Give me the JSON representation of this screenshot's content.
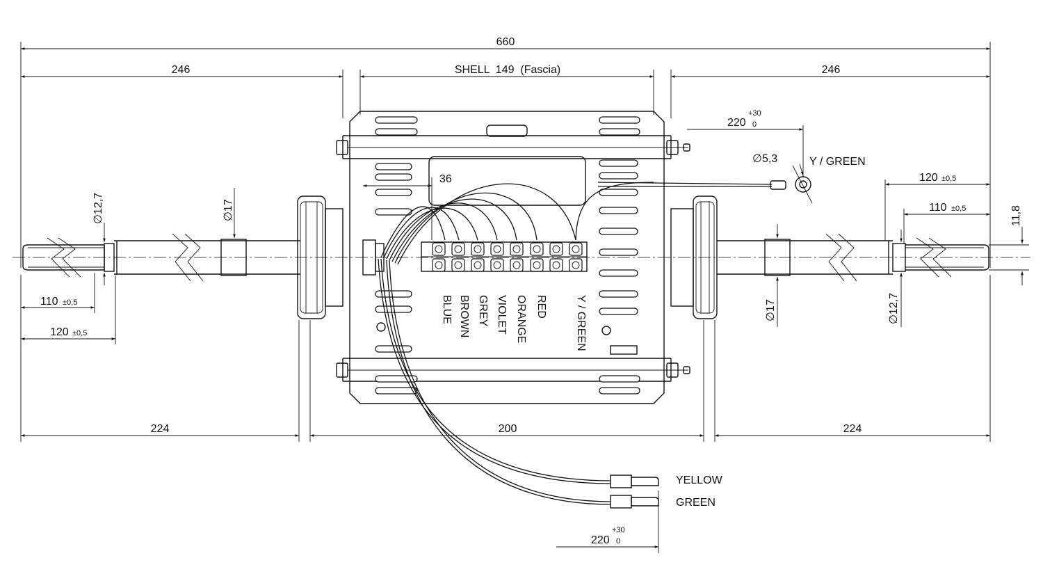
{
  "dimensions": {
    "overall": "660",
    "left_shaft": "246",
    "shell": "SHELL  149  (Fascia)",
    "right_shaft": "246",
    "left_bottom": "224",
    "middle_bottom": "200",
    "right_bottom": "224",
    "terminal_offset": "36",
    "lead_length": "220",
    "lead_tol_upper": "+30",
    "lead_tol_lower": "0",
    "ring_dia": "∅5,3",
    "shaft_small_dia": "∅12,7",
    "shaft_large_dia": "∅17",
    "shaft_110": "110",
    "shaft_120": "120",
    "tol_05": "±0,5",
    "flat": "11,8"
  },
  "labels": {
    "ground_lead": "Y / GREEN",
    "terminal_wires": [
      "BLUE",
      "BROWN",
      "GREY",
      "VIOLET",
      "ORANGE",
      "RED",
      "Y / GREEN"
    ],
    "lead_yellow": "YELLOW",
    "lead_green": "GREEN"
  }
}
